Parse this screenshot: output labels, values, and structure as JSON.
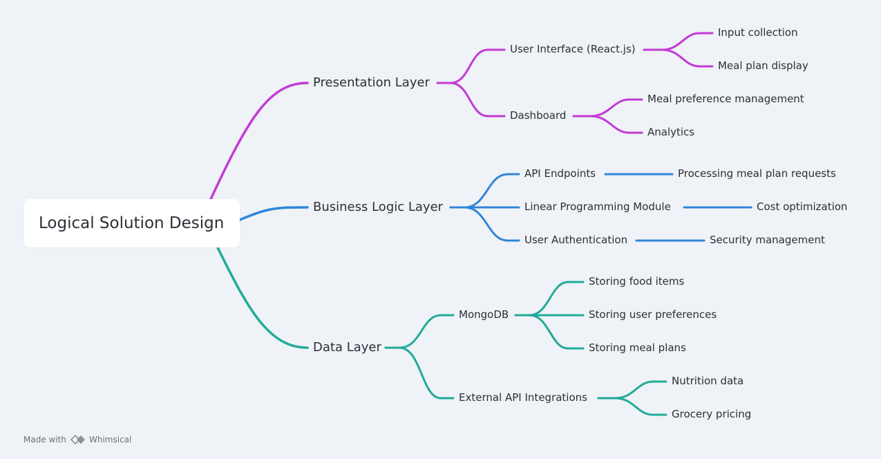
{
  "root": {
    "label": "Logical Solution Design"
  },
  "colors": {
    "presentation": "#c23ad6",
    "business": "#2f85d9",
    "data": "#1fab9a"
  },
  "branches": {
    "presentation": {
      "label": "Presentation Layer",
      "children": [
        {
          "label": "User Interface (React.js)",
          "children": [
            "Input collection",
            "Meal plan display"
          ]
        },
        {
          "label": "Dashboard",
          "children": [
            "Meal preference management",
            "Analytics"
          ]
        }
      ]
    },
    "business": {
      "label": "Business Logic Layer",
      "children": [
        {
          "label": "API Endpoints",
          "children": [
            "Processing meal plan requests"
          ]
        },
        {
          "label": "Linear Programming Module",
          "children": [
            "Cost optimization"
          ]
        },
        {
          "label": "User Authentication",
          "children": [
            "Security management"
          ]
        }
      ]
    },
    "data": {
      "label": "Data Layer",
      "children": [
        {
          "label": "MongoDB",
          "children": [
            "Storing food items",
            "Storing user preferences",
            "Storing meal plans"
          ]
        },
        {
          "label": "External API Integrations",
          "children": [
            "Nutrition data",
            "Grocery pricing"
          ]
        }
      ]
    }
  },
  "footer": {
    "made_with": "Made with",
    "brand": "Whimsical",
    "logo_icon": "whimsical-logo-icon"
  }
}
